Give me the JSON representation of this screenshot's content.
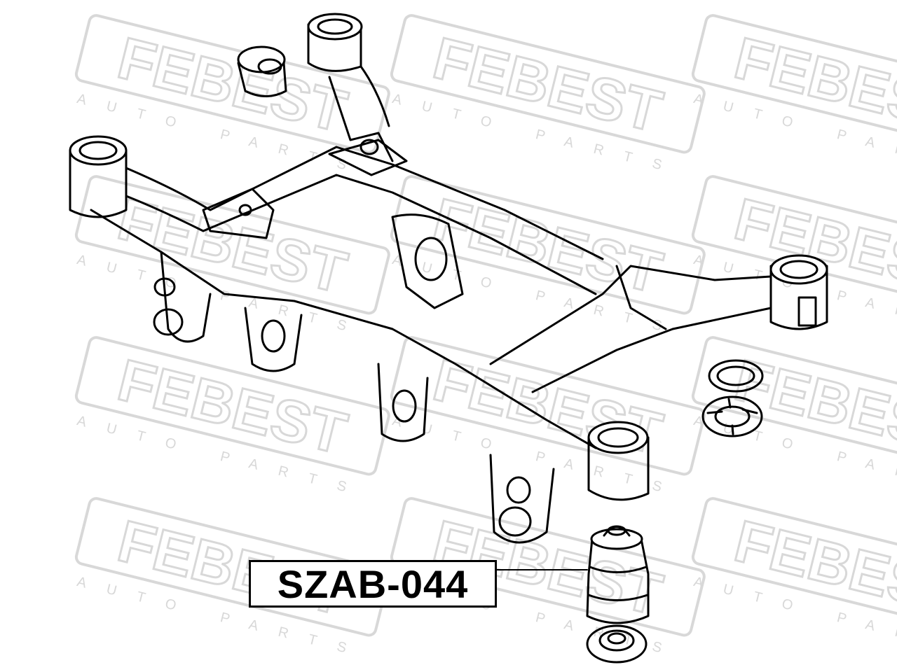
{
  "watermark": {
    "brand": "FEBEST",
    "tagline": "AUTO PARTS"
  },
  "part_number": "SZAB-044",
  "colors": {
    "line": "#000000",
    "background": "#ffffff",
    "watermark": "#d8d8d8"
  }
}
